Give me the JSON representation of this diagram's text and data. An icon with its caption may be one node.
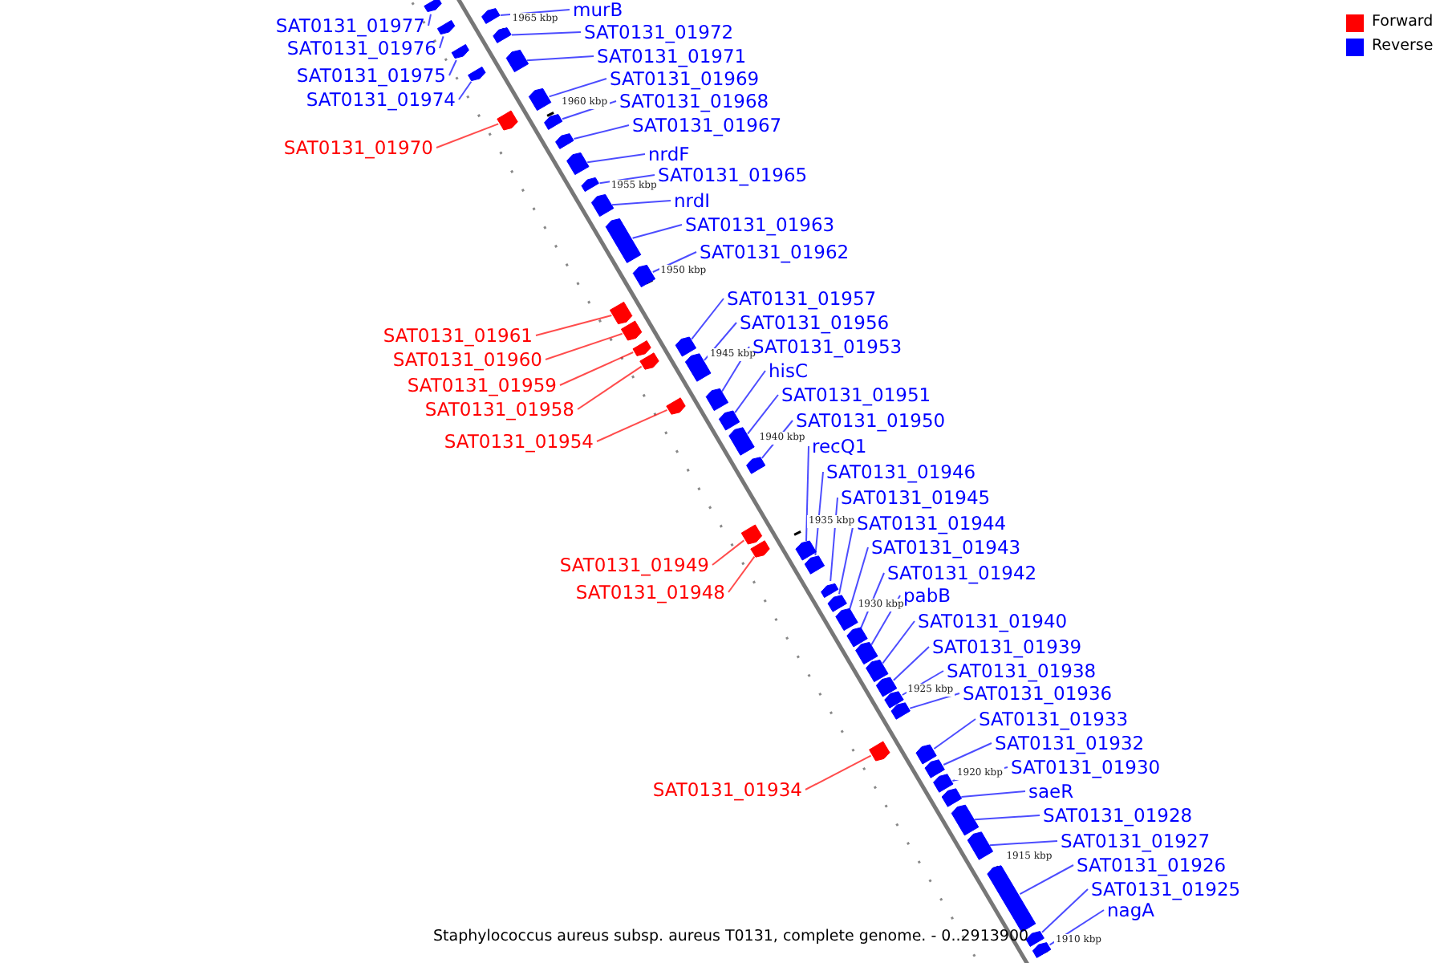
{
  "diagram": {
    "caption": "Staphylococcus aureus subsp. aureus T0131, complete genome. - 0..2913900",
    "nodes": [
      {
        "text": [
          "SAT0131_01977"
        ]
      },
      {
        "text": [],
        "shape": "bar"
      },
      {
        "text": [
          "murB"
        ]
      },
      {
        "text": [],
        "shape": "bar"
      },
      {
        "text": [
          "SAT0131_01976"
        ]
      },
      {
        "text": [],
        "shape": "bar"
      },
      {
        "text": [
          "SAT0131_01972"
        ]
      },
      {
        "text": [],
        "shape": "bar"
      },
      {
        "text": [
          "SAT0131_01975"
        ]
      },
      {
        "text": [],
        "shape": "bar"
      },
      {
        "text": [
          "SAT0131_01971"
        ]
      },
      {
        "text": [],
        "shape": "bar"
      },
      {
        "text": [
          "SAT0131_01974"
        ]
      },
      {
        "text": [],
        "shape": "bar"
      },
      {
        "text": [
          "SAT0131_01969"
        ]
      },
      {
        "text": [],
        "shape": "bar"
      },
      {
        "text": [
          "SAT0131_01968"
        ]
      },
      {
        "text": [],
        "shape": "bar"
      },
      {
        "text": [
          "SAT0131_01967"
        ]
      },
      {
        "text": [],
        "shape": "bar"
      },
      {
        "text": [
          "SAT0131_01970"
        ]
      },
      {
        "text": [],
        "shape": "bar"
      },
      {
        "text": [
          "nrdF"
        ]
      },
      {
        "text": [],
        "shape": "bar"
      },
      {
        "text": [
          "SAT0131_01965"
        ]
      },
      {
        "text": [],
        "shape": "bar"
      },
      {
        "text": [
          "nrdI"
        ]
      },
      {
        "text": [],
        "shape": "bar"
      },
      {
        "text": [
          "SAT0131_01963"
        ]
      },
      {
        "text": [],
        "shape": "bar"
      },
      {
        "text": [
          "SAT0131_01962"
        ]
      },
      {
        "text": [],
        "shape": "bar"
      },
      {
        "text": [
          "SAT0131_01957"
        ]
      },
      {
        "text": [],
        "shape": "bar"
      },
      {
        "text": [
          "SAT0131_01956"
        ]
      },
      {
        "text": [],
        "shape": "bar"
      },
      {
        "text": [
          "SAT0131_01961"
        ]
      },
      {
        "text": [],
        "shape": "bar"
      },
      {
        "text": [
          "SAT0131_01953"
        ]
      },
      {
        "text": [],
        "shape": "bar"
      },
      {
        "text": [
          "SAT0131_01960"
        ]
      },
      {
        "text": [],
        "shape": "bar"
      },
      {
        "text": [
          "hisC"
        ]
      },
      {
        "text": [],
        "shape": "bar"
      },
      {
        "text": [
          "SAT0131_01959"
        ]
      },
      {
        "text": [],
        "shape": "bar"
      },
      {
        "text": [
          "SAT0131_01951"
        ]
      },
      {
        "text": [],
        "shape": "bar"
      },
      {
        "text": [
          "SAT0131_01958"
        ]
      },
      {
        "text": [],
        "shape": "bar"
      },
      {
        "text": [
          "SAT0131_01950"
        ]
      },
      {
        "text": [],
        "shape": "bar"
      },
      {
        "text": [
          "SAT0131_01954"
        ]
      },
      {
        "text": [],
        "shape": "bar"
      },
      {
        "text": [
          "recQ1"
        ]
      },
      {
        "text": [],
        "shape": "bar"
      },
      {
        "text": [
          "SAT0131_01946"
        ]
      },
      {
        "text": [],
        "shape": "bar"
      },
      {
        "text": [
          "SAT0131_01945"
        ]
      },
      {
        "text": [],
        "shape": "bar"
      },
      {
        "text": [
          "SAT0131_01944"
        ]
      },
      {
        "text": [],
        "shape": "bar"
      },
      {
        "text": [
          "SAT0131_01943"
        ]
      },
      {
        "text": [],
        "shape": "bar"
      },
      {
        "text": [
          "SAT0131_01949"
        ]
      },
      {
        "text": [],
        "shape": "bar"
      },
      {
        "text": [
          "SAT0131_01942"
        ]
      },
      {
        "text": [],
        "shape": "bar"
      },
      {
        "text": [
          "SAT0131_01948"
        ]
      },
      {
        "text": [],
        "shape": "bar"
      },
      {
        "text": [
          "pabB"
        ]
      },
      {
        "text": [],
        "shape": "bar"
      },
      {
        "text": [
          "SAT0131_01940"
        ]
      },
      {
        "text": [],
        "shape": "bar"
      },
      {
        "text": [
          "SAT0131_01939"
        ]
      },
      {
        "text": [],
        "shape": "bar"
      },
      {
        "text": [
          "SAT0131_01938"
        ]
      },
      {
        "text": [],
        "shape": "bar"
      },
      {
        "text": [
          "SAT0131_01936"
        ]
      },
      {
        "text": [],
        "shape": "bar"
      },
      {
        "text": [
          "SAT0131_01933"
        ]
      },
      {
        "text": [],
        "shape": "bar"
      },
      {
        "text": [
          "SAT0131_01932"
        ]
      },
      {
        "text": [],
        "shape": "bar"
      },
      {
        "text": [
          "SAT0131_01930"
        ]
      },
      {
        "text": [],
        "shape": "bar"
      },
      {
        "text": [
          "saeR"
        ]
      },
      {
        "text": [],
        "shape": "bar"
      },
      {
        "text": [
          "SAT0131_01934"
        ]
      },
      {
        "text": [],
        "shape": "bar"
      },
      {
        "text": [
          "SAT0131_01928"
        ]
      },
      {
        "text": [],
        "shape": "bar"
      },
      {
        "text": [
          "SAT0131_01927"
        ]
      },
      {
        "text": [],
        "shape": "bar"
      },
      {
        "text": [
          "SAT0131_01926"
        ]
      },
      {
        "text": [],
        "shape": "bar"
      },
      {
        "text": [
          "SAT0131_01925"
        ]
      },
      {
        "text": [],
        "shape": "bar"
      },
      {
        "text": [
          "nagA"
        ]
      },
      {
        "text": [],
        "shape": "bar"
      }
    ],
    "edges": [
      {
        "from": 0,
        "to": 1,
        "arrow": "none"
      },
      {
        "from": 2,
        "to": 3,
        "arrow": "none"
      },
      {
        "from": 4,
        "to": 5,
        "arrow": "none"
      },
      {
        "from": 6,
        "to": 7,
        "arrow": "none"
      },
      {
        "from": 8,
        "to": 9,
        "arrow": "none"
      },
      {
        "from": 10,
        "to": 11,
        "arrow": "none"
      },
      {
        "from": 12,
        "to": 13,
        "arrow": "none"
      },
      {
        "from": 14,
        "to": 15,
        "arrow": "none"
      },
      {
        "from": 16,
        "to": 17,
        "arrow": "none"
      },
      {
        "from": 18,
        "to": 19,
        "arrow": "none"
      },
      {
        "from": 20,
        "to": 21,
        "arrow": "none",
        "color": "#ff0000"
      },
      {
        "from": 22,
        "to": 23,
        "arrow": "none"
      },
      {
        "from": 24,
        "to": 25,
        "arrow": "none"
      },
      {
        "from": 26,
        "to": 27,
        "arrow": "none"
      },
      {
        "from": 28,
        "to": 29,
        "arrow": "none"
      },
      {
        "from": 30,
        "to": 31,
        "arrow": "none"
      },
      {
        "from": 32,
        "to": 33,
        "arrow": "none"
      },
      {
        "from": 34,
        "to": 35,
        "arrow": "none"
      },
      {
        "from": 36,
        "to": 37,
        "arrow": "none",
        "color": "#ff0000"
      },
      {
        "from": 38,
        "to": 39,
        "arrow": "none"
      },
      {
        "from": 40,
        "to": 41,
        "arrow": "none",
        "color": "#ff0000"
      },
      {
        "from": 42,
        "to": 43,
        "arrow": "none"
      },
      {
        "from": 44,
        "to": 45,
        "arrow": "none",
        "color": "#ff0000"
      },
      {
        "from": 46,
        "to": 47,
        "arrow": "none"
      },
      {
        "from": 48,
        "to": 49,
        "arrow": "none",
        "color": "#ff0000"
      },
      {
        "from": 50,
        "to": 51,
        "arrow": "none"
      },
      {
        "from": 52,
        "to": 53,
        "arrow": "none",
        "color": "#ff0000"
      },
      {
        "from": 54,
        "to": 55,
        "arrow": "none"
      },
      {
        "from": 56,
        "to": 57,
        "arrow": "none"
      },
      {
        "from": 58,
        "to": 59,
        "arrow": "none"
      },
      {
        "from": 60,
        "to": 61,
        "arrow": "none"
      },
      {
        "from": 62,
        "to": 63,
        "arrow": "none"
      },
      {
        "from": 64,
        "to": 65,
        "arrow": "none",
        "color": "#ff0000"
      },
      {
        "from": 66,
        "to": 67,
        "arrow": "none"
      },
      {
        "from": 68,
        "to": 69,
        "arrow": "none",
        "color": "#ff0000"
      },
      {
        "from": 70,
        "to": 71,
        "arrow": "none"
      },
      {
        "from": 72,
        "to": 73,
        "arrow": "none"
      },
      {
        "from": 74,
        "to": 75,
        "arrow": "none"
      },
      {
        "from": 76,
        "to": 77,
        "arrow": "none"
      },
      {
        "from": 78,
        "to": 79,
        "arrow": "none"
      },
      {
        "from": 80,
        "to": 81,
        "arrow": "none"
      },
      {
        "from": 82,
        "to": 83,
        "arrow": "none"
      },
      {
        "from": 84,
        "to": 85,
        "arrow": "none"
      },
      {
        "from": 86,
        "to": 87,
        "arrow": "none"
      },
      {
        "from": 88,
        "to": 89,
        "arrow": "none",
        "color": "#ff0000"
      },
      {
        "from": 90,
        "to": 91,
        "arrow": "none"
      },
      {
        "from": 92,
        "to": 93,
        "arrow": "none"
      },
      {
        "from": 94,
        "to": 95,
        "arrow": "none"
      },
      {
        "from": 96,
        "to": 97,
        "arrow": "none"
      },
      {
        "from": 98,
        "to": 99,
        "arrow": "none"
      }
    ],
    "labels": [
      "1965 kbp",
      "1960 kbp",
      "1955 kbp",
      "1950 kbp",
      "1945 kbp",
      "1940 kbp",
      "1935 kbp",
      "1930 kbp",
      "1925 kbp",
      "1920 kbp",
      "1915 kbp",
      "1910 kbp"
    ],
    "legend": [
      {
        "text": "Forward",
        "color": "#ff0000"
      },
      {
        "text": "Reverse",
        "color": "#0000ff"
      }
    ]
  }
}
